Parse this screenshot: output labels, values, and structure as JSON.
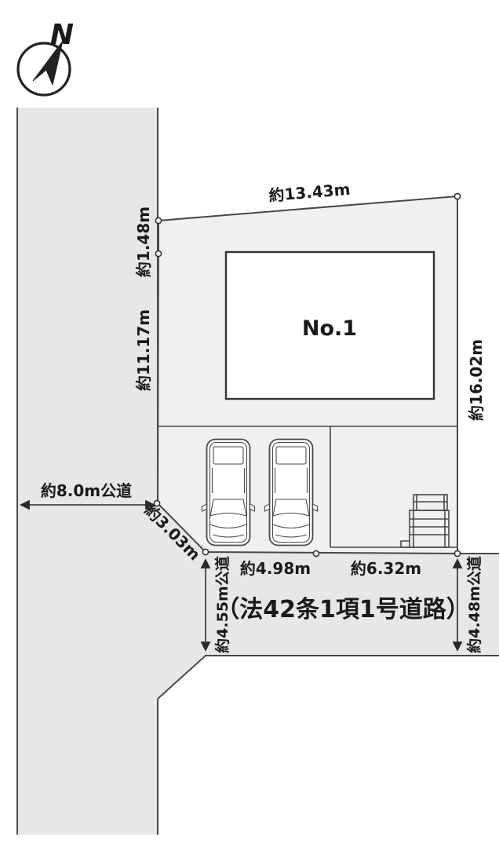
{
  "compass": {
    "north_label": "N"
  },
  "roads": {
    "left_label": "約8.0m公道",
    "bottom_label": "（法42条1項1号道路）",
    "bottom_width_left": "約4.55m公道",
    "bottom_width_right": "約4.48m公道"
  },
  "plot": {
    "building_label": "No.1",
    "dimensions": {
      "top": "約13.43m",
      "left_upper": "約1.48m",
      "left_lower": "約11.17m",
      "right": "約16.02m",
      "corner_cut": "約3.03m",
      "frontage_left": "約4.98m",
      "frontage_right": "約6.32m"
    }
  },
  "colors": {
    "road_fill": "#e6e7e9",
    "plot_fill": "#f0f0f2",
    "line": "#48484a",
    "text": "#1a1a1a"
  }
}
